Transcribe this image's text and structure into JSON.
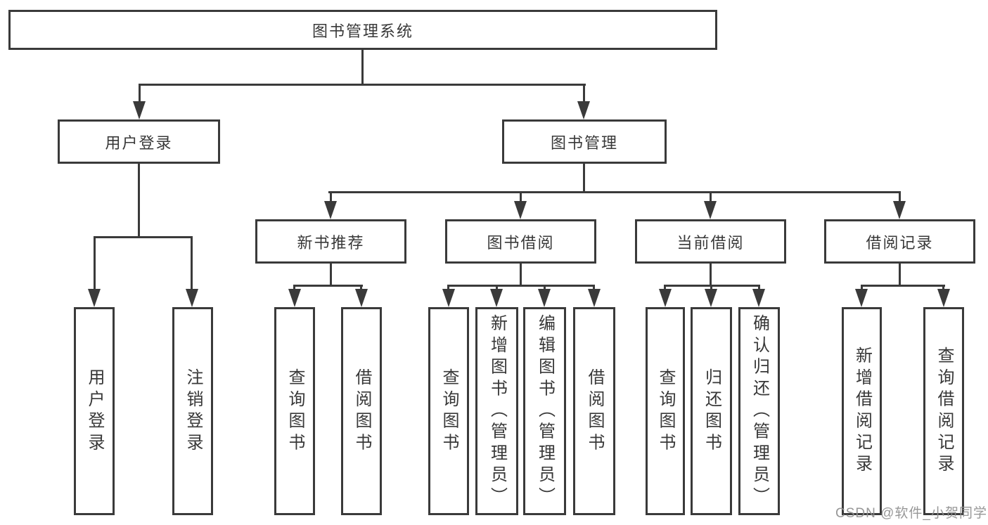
{
  "colors": {
    "line": "#3a3a3a",
    "text": "#383838",
    "watermark": "#8f8f8f",
    "background": "#ffffff"
  },
  "watermark": {
    "text": "CSDN @软件_小贺同学"
  },
  "tree": {
    "root": {
      "label": "图书管理系统"
    },
    "branches": [
      {
        "label": "用户登录",
        "children": [
          {
            "label": "用户登录"
          },
          {
            "label": "注销登录"
          }
        ]
      },
      {
        "label": "图书管理",
        "children": [
          {
            "label": "新书推荐",
            "children": [
              {
                "label": "查询图书"
              },
              {
                "label": "借阅图书"
              }
            ]
          },
          {
            "label": "图书借阅",
            "children": [
              {
                "label": "查询图书"
              },
              {
                "label": "新增图书（管理员）"
              },
              {
                "label": "编辑图书（管理员）"
              },
              {
                "label": "借阅图书"
              }
            ]
          },
          {
            "label": "当前借阅",
            "children": [
              {
                "label": "查询图书"
              },
              {
                "label": "归还图书"
              },
              {
                "label": "确认归还（管理员）"
              }
            ]
          },
          {
            "label": "借阅记录",
            "children": [
              {
                "label": "新增借阅记录"
              },
              {
                "label": "查询借阅记录"
              }
            ]
          }
        ]
      }
    ]
  }
}
